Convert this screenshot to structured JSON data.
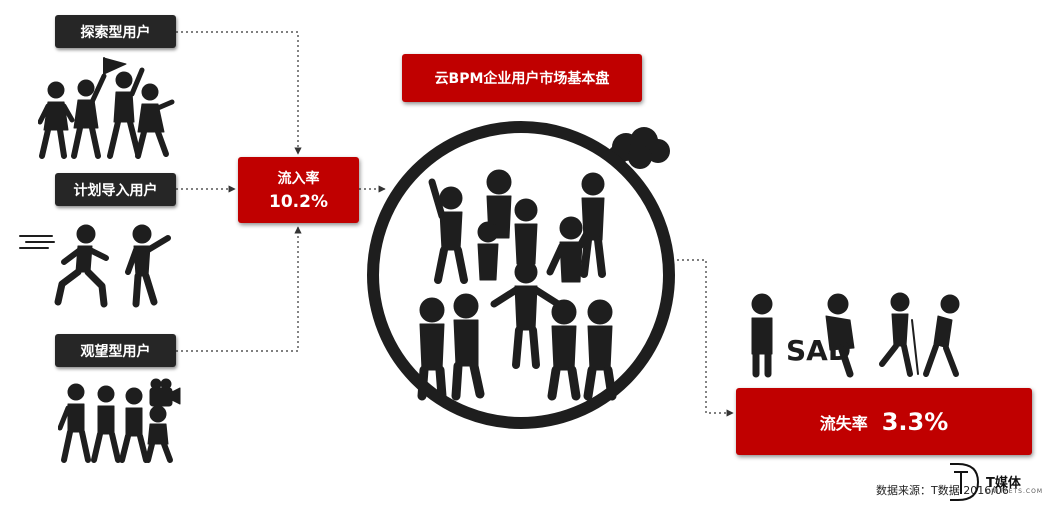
{
  "title": "云BPM企业用户市场基本盘",
  "user_types": [
    {
      "label": "探索型用户"
    },
    {
      "label": "计划导入用户"
    },
    {
      "label": "观望型用户"
    }
  ],
  "inflow": {
    "label": "流入率",
    "value": "10.2%"
  },
  "churn": {
    "label": "流失率",
    "value": "3.3%"
  },
  "sad_text": "SAD",
  "source_note": "数据来源：T数据 2016/06",
  "logo": {
    "name": "T媒体",
    "sub": "CNITPETS.COM"
  },
  "colors": {
    "accent_red": "#c00000",
    "label_dark": "#262626",
    "figure": "#1e1e1e"
  }
}
